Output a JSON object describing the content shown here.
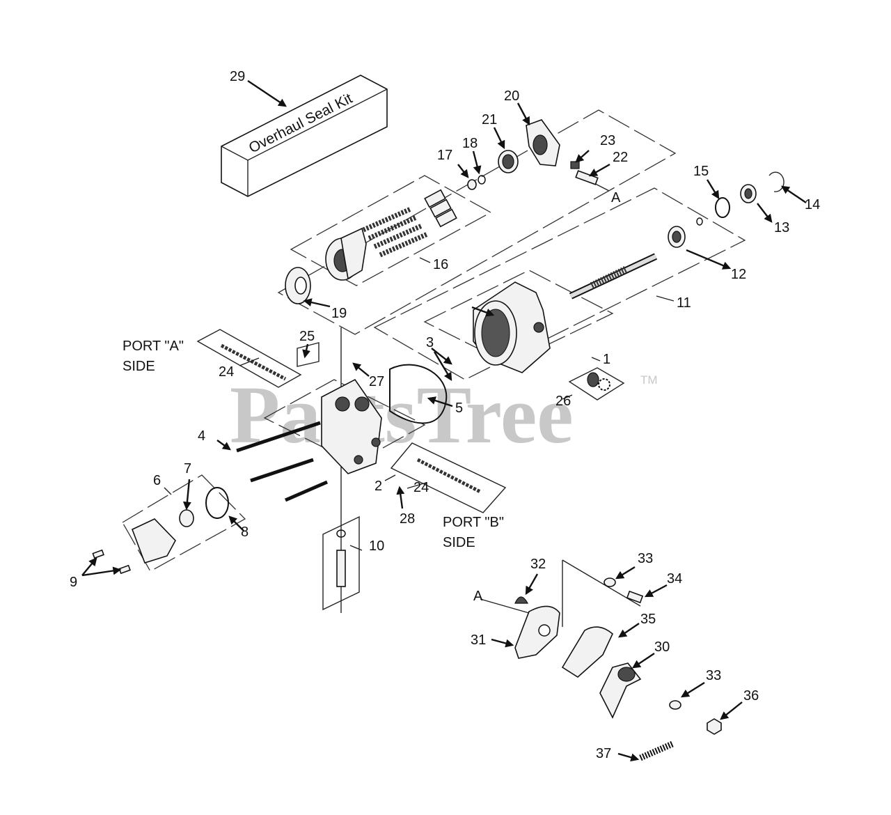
{
  "watermark": {
    "brand": "PartsTree",
    "trademark": "TM"
  },
  "kit_box": {
    "label": "Overhaul Seal Kit"
  },
  "side_labels": {
    "port_a_line1": "PORT \"A\"",
    "port_a_line2": "SIDE",
    "port_b_line1": "PORT \"B\"",
    "port_b_line2": "SIDE"
  },
  "reference_marks": {
    "upper": "A",
    "lower": "A"
  },
  "callouts": [
    {
      "id": "c1",
      "label": "1"
    },
    {
      "id": "c2",
      "label": "2"
    },
    {
      "id": "c3",
      "label": "3"
    },
    {
      "id": "c4",
      "label": "4"
    },
    {
      "id": "c5",
      "label": "5"
    },
    {
      "id": "c6",
      "label": "6"
    },
    {
      "id": "c7",
      "label": "7"
    },
    {
      "id": "c8",
      "label": "8"
    },
    {
      "id": "c9",
      "label": "9"
    },
    {
      "id": "c10",
      "label": "10"
    },
    {
      "id": "c11",
      "label": "11"
    },
    {
      "id": "c12",
      "label": "12"
    },
    {
      "id": "c13",
      "label": "13"
    },
    {
      "id": "c14",
      "label": "14"
    },
    {
      "id": "c15",
      "label": "15"
    },
    {
      "id": "c16",
      "label": "16"
    },
    {
      "id": "c17",
      "label": "17"
    },
    {
      "id": "c18",
      "label": "18"
    },
    {
      "id": "c19",
      "label": "19"
    },
    {
      "id": "c20",
      "label": "20"
    },
    {
      "id": "c21",
      "label": "21"
    },
    {
      "id": "c22",
      "label": "22"
    },
    {
      "id": "c23",
      "label": "23"
    },
    {
      "id": "c24a",
      "label": "24"
    },
    {
      "id": "c24b",
      "label": "24"
    },
    {
      "id": "c25",
      "label": "25"
    },
    {
      "id": "c26",
      "label": "26"
    },
    {
      "id": "c27",
      "label": "27"
    },
    {
      "id": "c28",
      "label": "28"
    },
    {
      "id": "c29",
      "label": "29"
    },
    {
      "id": "c30",
      "label": "30"
    },
    {
      "id": "c31",
      "label": "31"
    },
    {
      "id": "c32",
      "label": "32"
    },
    {
      "id": "c33a",
      "label": "33"
    },
    {
      "id": "c33b",
      "label": "33"
    },
    {
      "id": "c34",
      "label": "34"
    },
    {
      "id": "c35",
      "label": "35"
    },
    {
      "id": "c36",
      "label": "36"
    },
    {
      "id": "c37",
      "label": "37"
    }
  ]
}
